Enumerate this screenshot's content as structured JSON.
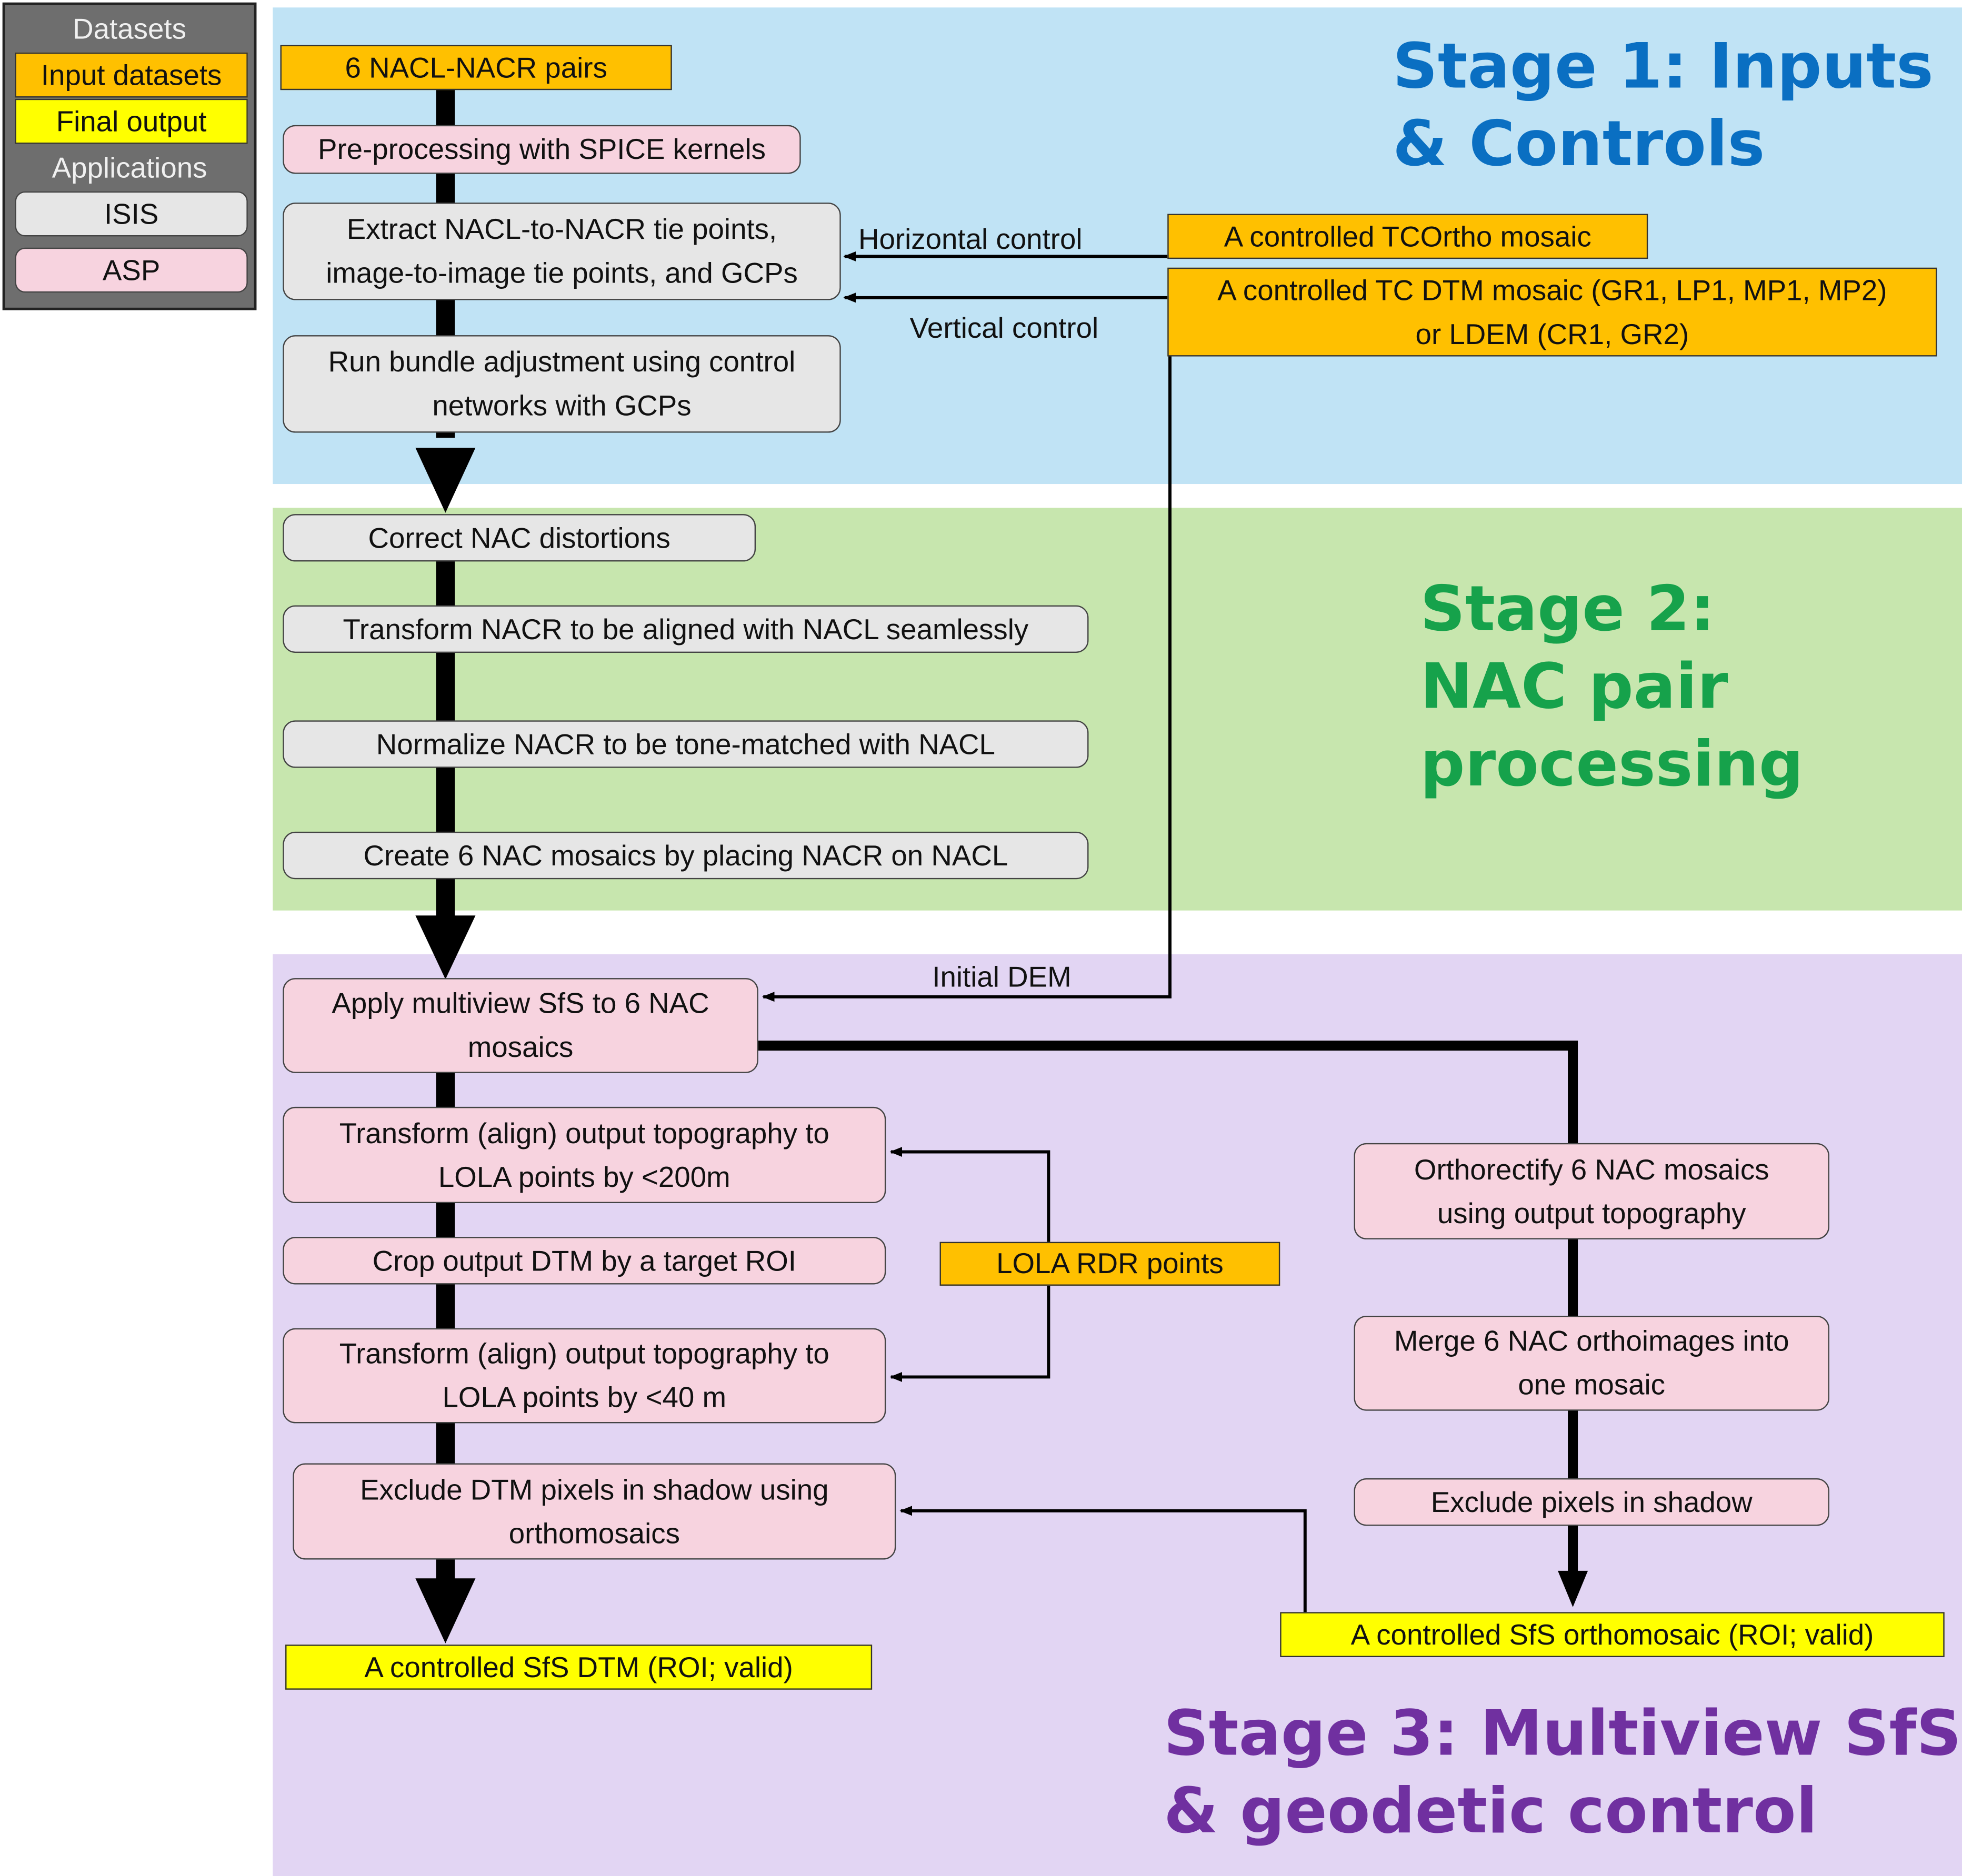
{
  "legend": {
    "datasets_heading": "Datasets",
    "input_label": "Input datasets",
    "final_label": "Final output",
    "applications_heading": "Applications",
    "isis_label": "ISIS",
    "asp_label": "ASP"
  },
  "stages": {
    "stage1": "Stage 1: Inputs\n& Controls",
    "stage2": "Stage 2:\nNAC pair\nprocessing",
    "stage3": "Stage 3: Multiview SfS\n& geodetic control"
  },
  "nodes": {
    "nac_pairs": "6 NACL-NACR pairs",
    "preprocessing": "Pre-processing with SPICE kernels",
    "extract_tie_points": "Extract NACL-to-NACR tie points,\nimage-to-image tie points, and GCPs",
    "bundle_adjustment": "Run bundle adjustment using control\nnetworks with GCPs",
    "tcortho_mosaic": "A controlled TCOrtho mosaic",
    "tc_dtm_mosaic": "A controlled TC DTM mosaic (GR1, LP1, MP1, MP2)\nor LDEM (CR1, GR2)",
    "correct_distortions": "Correct NAC distortions",
    "transform_nacr": "Transform NACR to be aligned with NACL seamlessly",
    "normalize_nacr": "Normalize NACR to be tone-matched with NACL",
    "create_mosaics": "Create 6 NAC mosaics by placing NACR on NACL",
    "apply_sfs": "Apply multiview SfS to 6 NAC\nmosaics",
    "transform_200m": "Transform (align) output topography to\nLOLA points by <200m",
    "crop_dtm": "Crop output DTM by a target ROI",
    "transform_40m": "Transform (align) output topography to\nLOLA points by <40 m",
    "exclude_dtm_shadow": "Exclude DTM pixels in shadow using\northomosaics",
    "sfs_dtm": "A controlled SfS DTM (ROI; valid)",
    "lola_rdr": "LOLA RDR points",
    "orthorectify": "Orthorectify 6 NAC mosaics\nusing output topography",
    "merge_orthoimages": "Merge 6 NAC orthoimages into\none mosaic",
    "exclude_shadow": "Exclude pixels in shadow",
    "sfs_orthomosaic": "A controlled SfS orthomosaic (ROI; valid)"
  },
  "edge_labels": {
    "horizontal": "Horizontal control",
    "vertical": "Vertical control",
    "initial_dem": "Initial DEM"
  },
  "colors": {
    "stage1_bg": "#c0e3f5",
    "stage2_bg": "#c7e6ae",
    "stage3_bg": "#e2d5f3",
    "stage1_title": "#0a6fc2",
    "stage2_title": "#16a24b",
    "stage3_title": "#7030a0",
    "isis_fill": "#e6e6e6",
    "asp_fill": "#f7d3df",
    "input_fill": "#ffc000",
    "final_fill": "#ffff00"
  }
}
